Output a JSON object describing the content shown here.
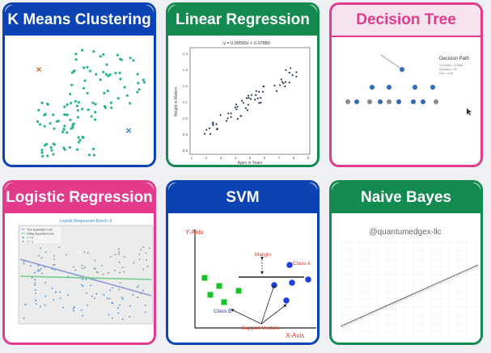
{
  "colors": {
    "blue": "#0b43b5",
    "green": "#138a4f",
    "pink": "#e33a8c",
    "teal_dot": "#2fb38d",
    "navy_dot": "#2b3a5a"
  },
  "cards": {
    "kmeans": {
      "title": "K Means Clustering"
    },
    "linreg": {
      "title": "Linear Regression",
      "equation": "y = 0.09593x + 0.07880",
      "xlabel": "Ages in Years",
      "ylabel": "Height in Meters",
      "xticks": [
        "1",
        "2",
        "3",
        "4",
        "5",
        "6",
        "7",
        "8",
        "9"
      ],
      "yticks": [
        "1.4",
        "1.3",
        "1.2",
        "1.1",
        "1.0",
        "0.9",
        "0.8"
      ]
    },
    "dtree": {
      "title": "Decision Tree",
      "panel_title": "Decision Path",
      "panel_lines": [
        "Cut Value = 0.5481",
        "Samples = 25",
        "Gini = 0.46"
      ]
    },
    "logreg": {
      "title": "Logistic Regression",
      "plot_title": "Logistic Regression Epoch: 8",
      "legend": [
        "True Separation Line",
        "Fitting Separation Line",
        "Y = 0",
        "Y = 1"
      ]
    },
    "svm": {
      "title": "SVM",
      "y_axis": "Y-Axis",
      "x_axis": "X-Axis",
      "margin": "Margin",
      "class_a": "Class A",
      "class_b": "Class B",
      "support_vectors": "Support Vectors"
    },
    "nbayes": {
      "title": "Naive Bayes",
      "watermark": "@quantumedgex-llc"
    }
  }
}
